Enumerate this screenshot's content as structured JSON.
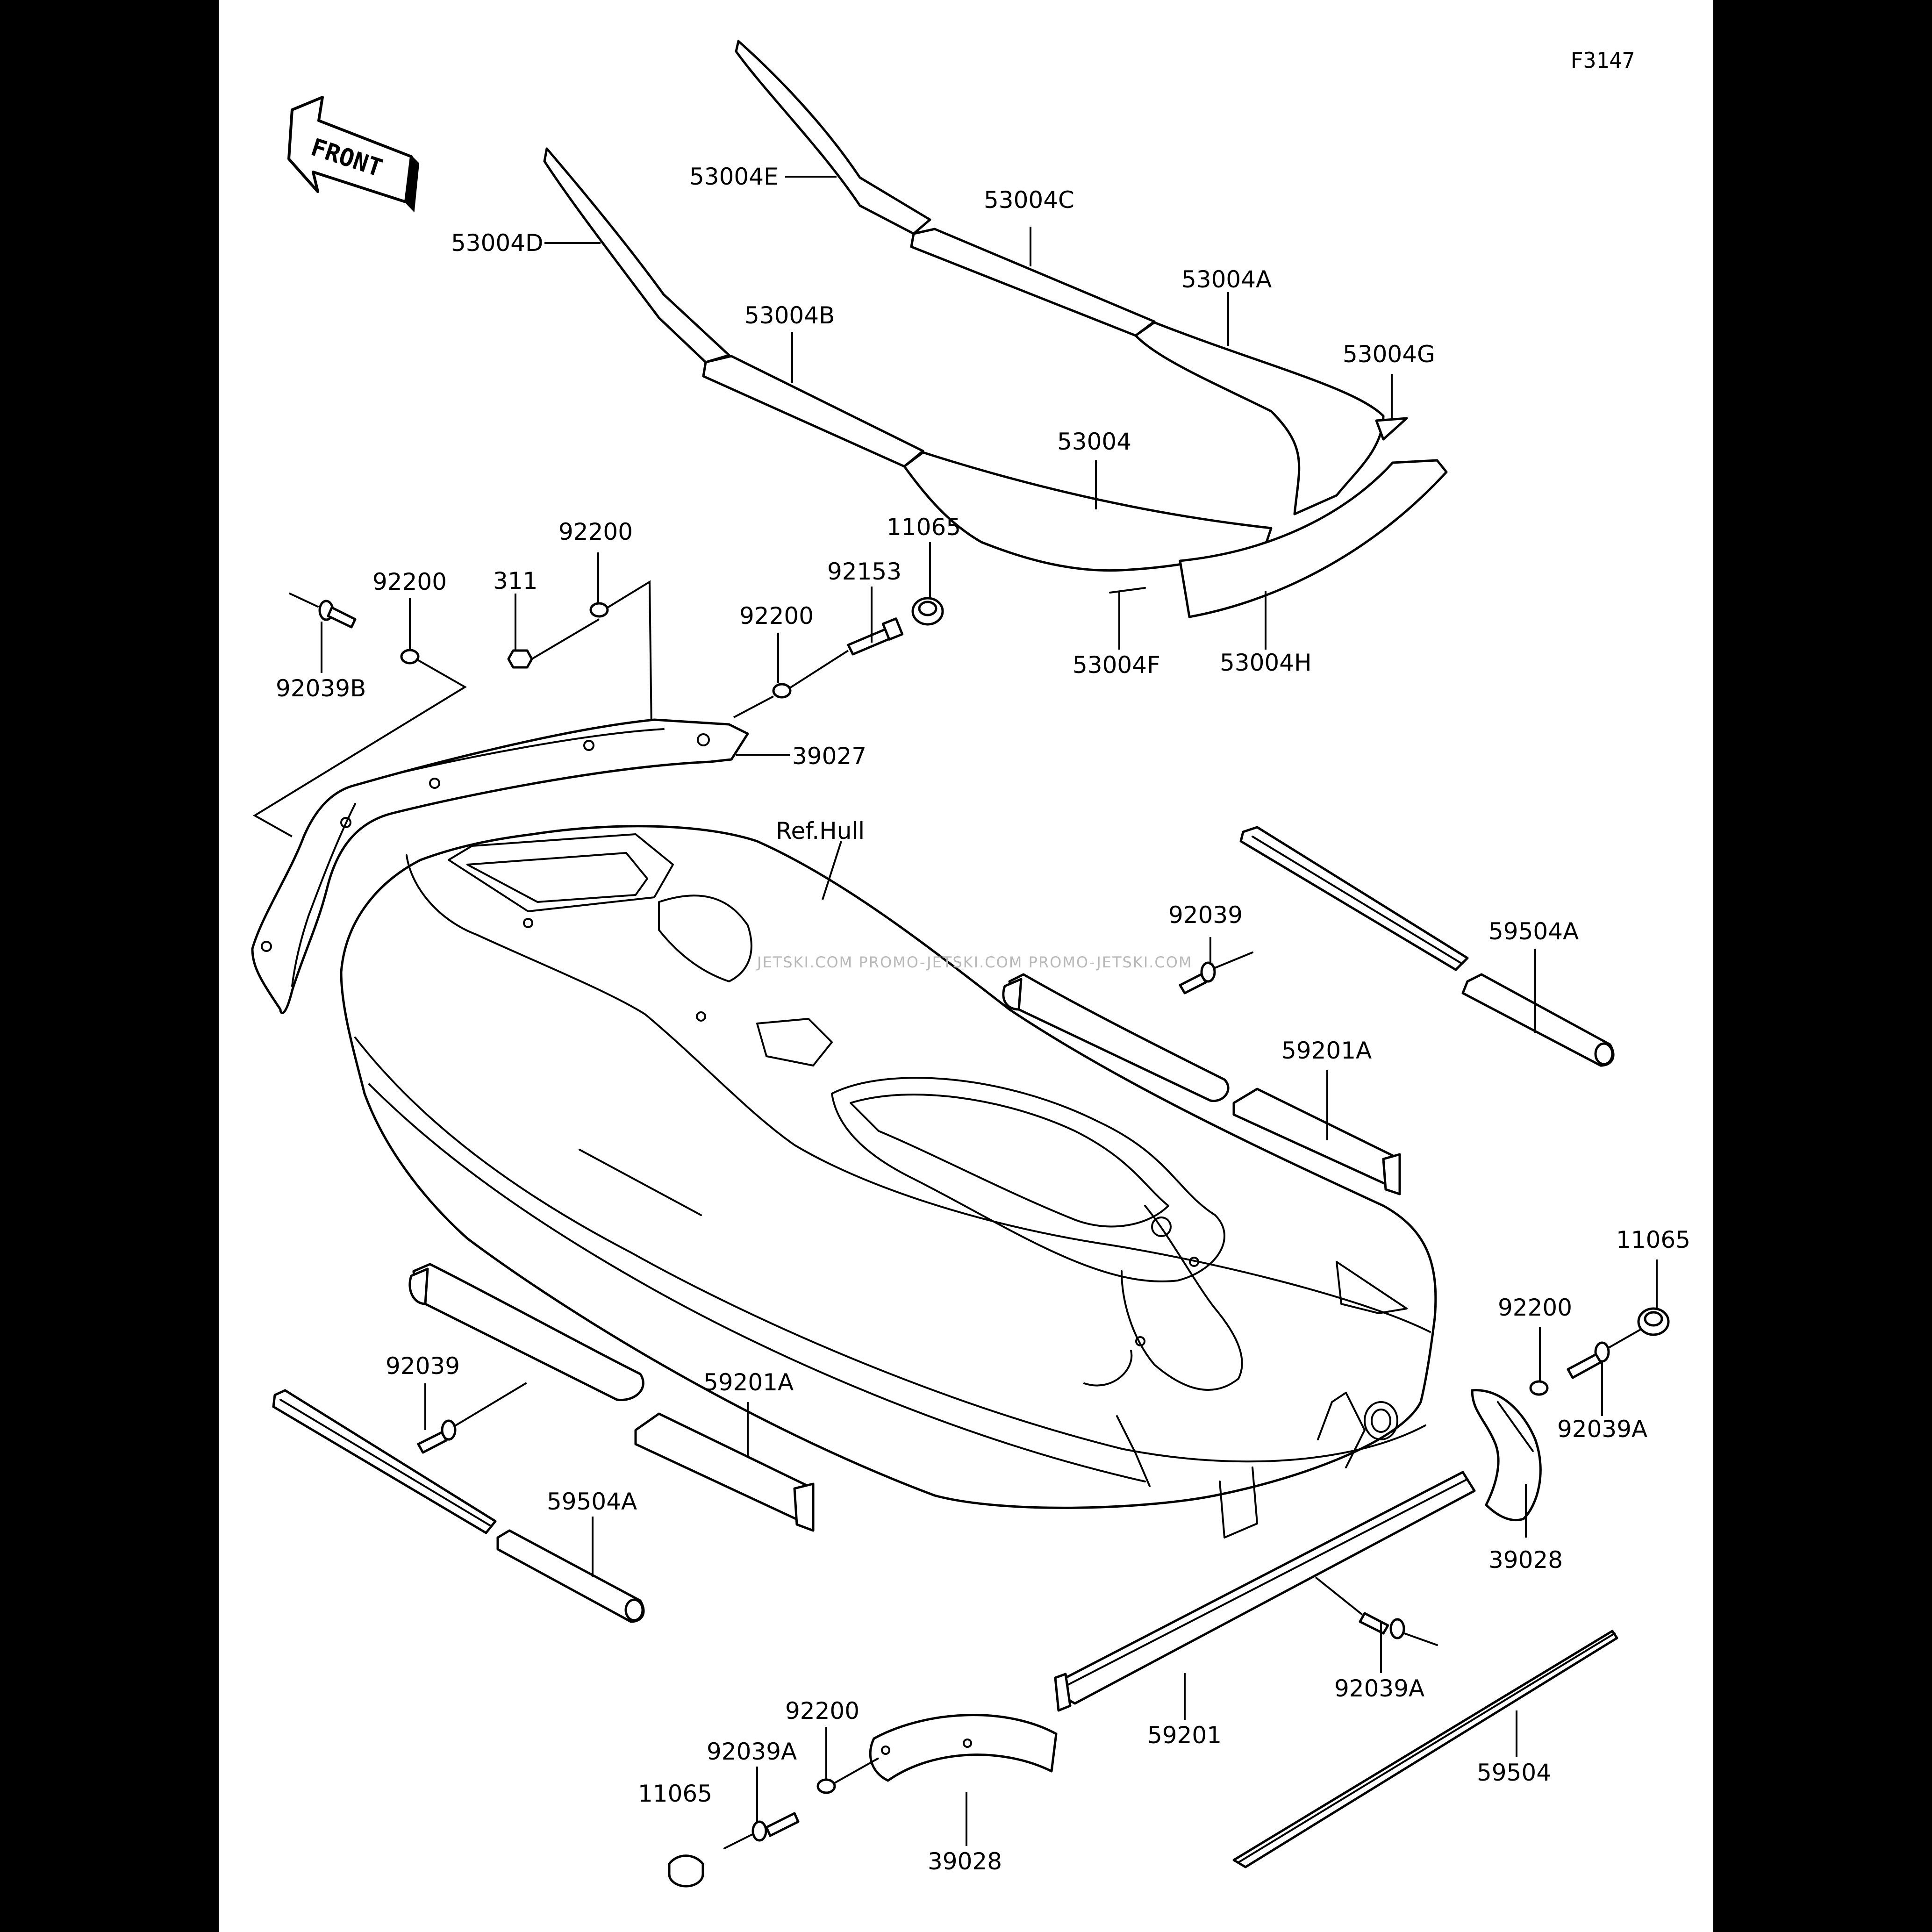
{
  "diagram_code": "F3147",
  "direction_label": "FRONT",
  "hull_label": "Ref.Hull",
  "watermark": "JETSKI.COM  PROMO-JETSKI.COM  PROMO-JETSKI.COM",
  "callouts": {
    "c53004E": "53004E",
    "c53004C": "53004C",
    "c53004D": "53004D",
    "c53004A": "53004A",
    "c53004B": "53004B",
    "c53004G": "53004G",
    "c53004": "53004",
    "c53004F": "53004F",
    "c53004H": "53004H",
    "c11065_top": "11065",
    "c92153": "92153",
    "c92200_a": "92200",
    "c92200_b": "92200",
    "c92200_c": "92200",
    "c311": "311",
    "c92039B": "92039B",
    "c39027": "39027",
    "c92039_upper": "92039",
    "c59504A_upper": "59504A",
    "c59201A_upper": "59201A",
    "c11065_right": "11065",
    "c92200_right": "92200",
    "c92039A_right": "92039A",
    "c39028_right": "39028",
    "c92039_lower": "92039",
    "c59201A_lower": "59201A",
    "c59504A_lower": "59504A",
    "c92039A_mid": "92039A",
    "c59201": "59201",
    "c59504": "59504",
    "c92200_bottom": "92200",
    "c92039A_bottom": "92039A",
    "c11065_bottom": "11065",
    "c39028_bottom": "39028"
  }
}
